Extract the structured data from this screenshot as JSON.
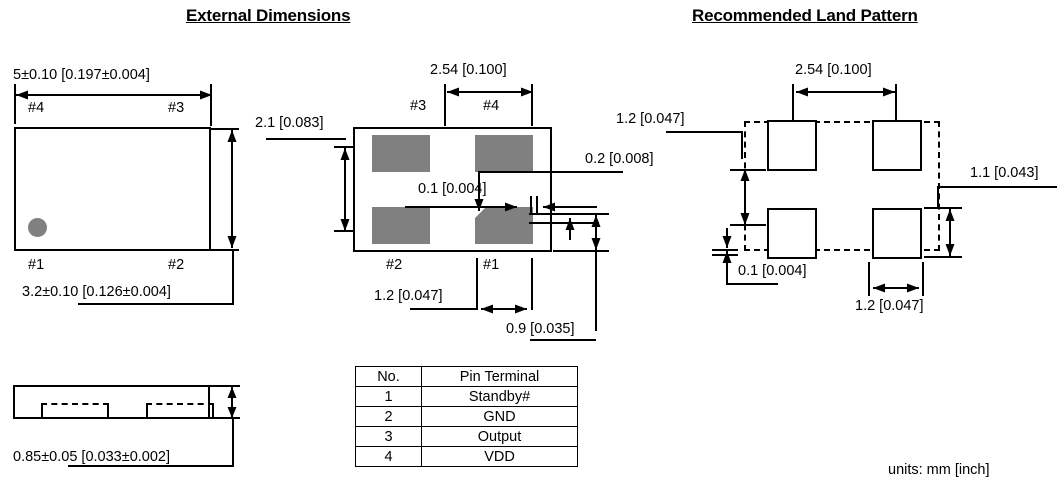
{
  "titles": {
    "left": "External Dimensions",
    "right": "Recommended Land Pattern"
  },
  "units_note": "units:  mm [inch]",
  "top_view": {
    "width_dim": "5±0.10 [0.197±0.004]",
    "height_dim": "3.2±0.10 [0.126±0.004]",
    "pin_top_left": "#4",
    "pin_top_right": "#3",
    "pin_bottom_left": "#1",
    "pin_bottom_right": "#2",
    "marker": "pin1-dot"
  },
  "side_view": {
    "thickness_dim": "0.85±0.05 [0.033±0.002]"
  },
  "bottom_view": {
    "pad_pitch_dim": "2.54 [0.100]",
    "pad_height_dim": "2.1 [0.083]",
    "gap_dim": "0.1 [0.004]",
    "edge_dim": "0.2 [0.008]",
    "pad_offset_dim": "1.2 [0.047]",
    "pad_width_dim": "0.9 [0.035]",
    "pin_top_left": "#3",
    "pin_top_right": "#4",
    "pin_bottom_left": "#2",
    "pin_bottom_right": "#1"
  },
  "land_pattern": {
    "pitch_dim": "2.54 [0.100]",
    "vertical_dim": "1.2 [0.047]",
    "pad_height_dim": "1.1 [0.043]",
    "bottom_offset_dim": "0.1 [0.004]",
    "pad_width_dim": "1.2 [0.047]"
  },
  "pin_table": {
    "headers": [
      "No.",
      "Pin Terminal"
    ],
    "rows": [
      [
        "1",
        "Standby#"
      ],
      [
        "2",
        "GND"
      ],
      [
        "3",
        "Output"
      ],
      [
        "4",
        "VDD"
      ]
    ]
  },
  "colors": {
    "pad_fill": "#808080",
    "line": "#000000",
    "background": "#ffffff"
  }
}
